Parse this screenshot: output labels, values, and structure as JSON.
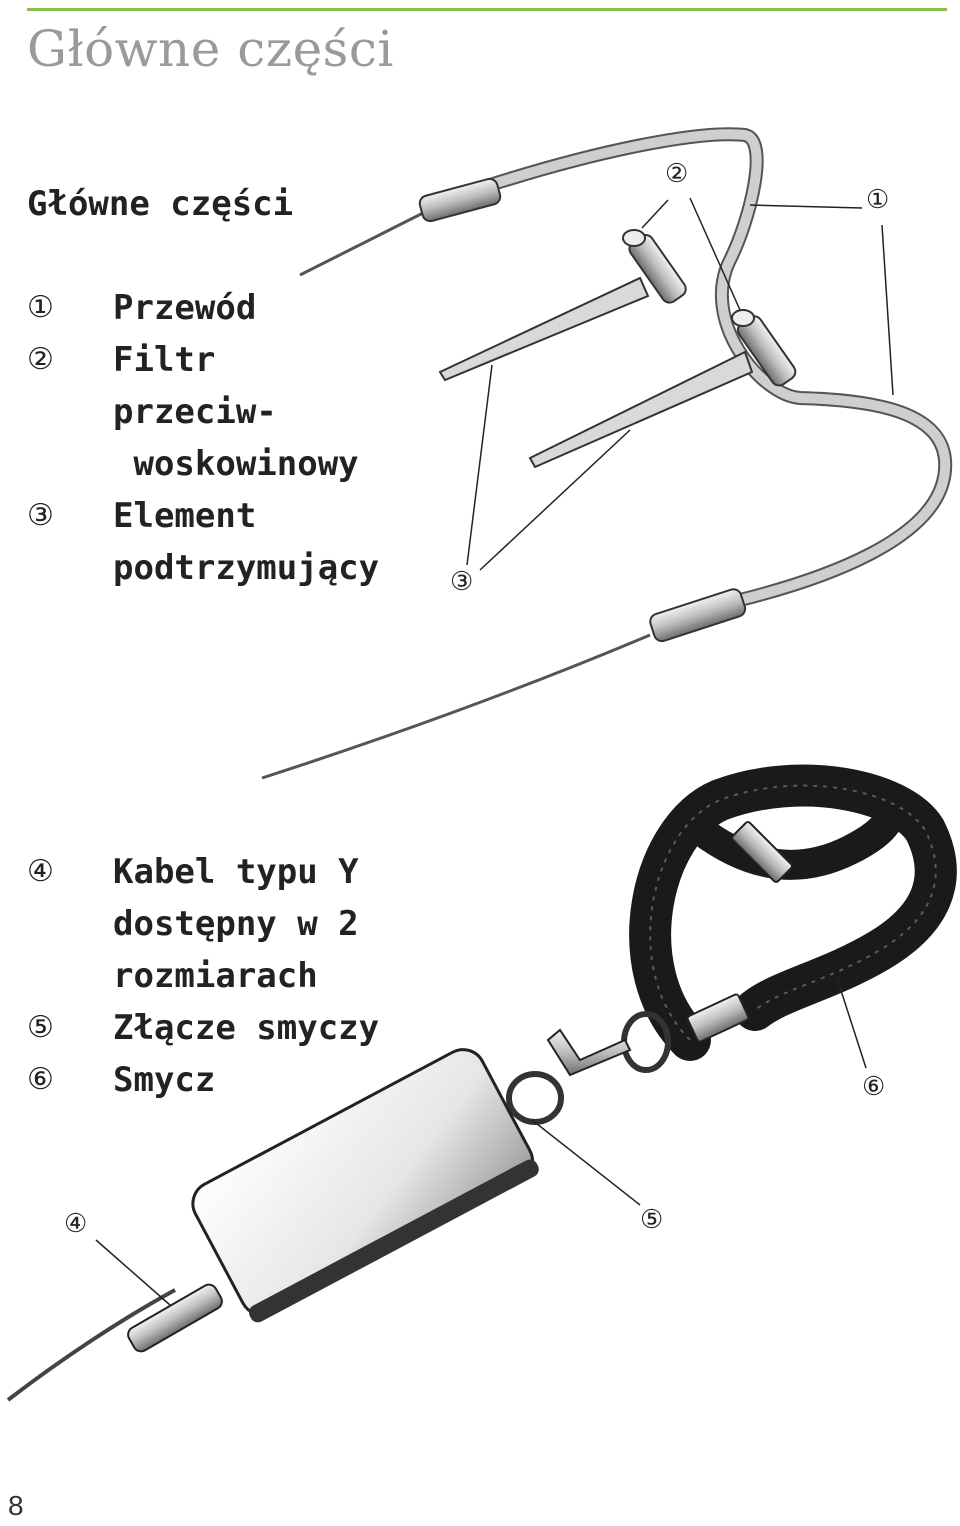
{
  "header": {
    "title": "Główne części"
  },
  "section": {
    "heading": "Główne części"
  },
  "legend_top": [
    {
      "num": "①",
      "label": "Przewód"
    },
    {
      "num": "②",
      "label": "Filtr przeciw- woskowinowy"
    },
    {
      "num": "③",
      "label": "Element podtrzymujący"
    }
  ],
  "legend_bottom": [
    {
      "num": "④",
      "label": "Kabel typu Y dostępny w 2 rozmiarach"
    },
    {
      "num": "⑤",
      "label": "Złącze smyczy"
    },
    {
      "num": "⑥",
      "label": "Smycz"
    }
  ],
  "callouts": {
    "c1": "①",
    "c2": "②",
    "c3": "③",
    "c4": "④",
    "c5": "⑤",
    "c6": "⑥"
  },
  "footer": {
    "page_number": "8"
  }
}
